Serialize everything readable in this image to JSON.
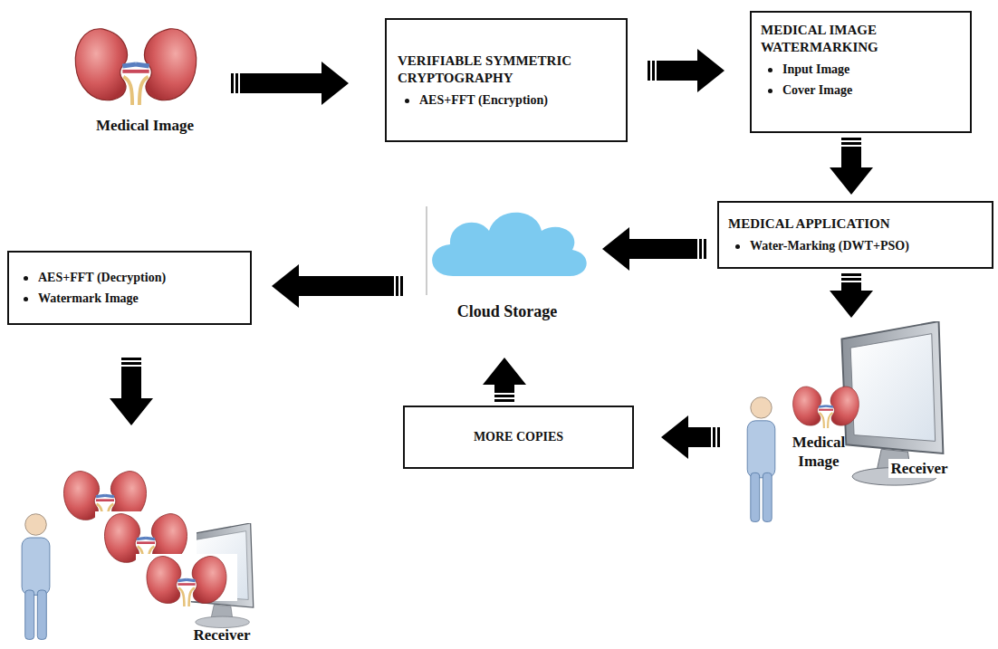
{
  "diagram": {
    "nodes": [
      {
        "text": [
          "Medical Image"
        ]
      },
      {
        "text": [
          "VERIFIABLE SYMMETRIC CRYPTOGRAPHY",
          "AES+FFT (Encryption)"
        ]
      },
      {
        "text": [
          "MEDICAL IMAGE WATERMARKING",
          "Input Image",
          "Cover Image"
        ]
      },
      {
        "text": [
          "MEDICAL APPLICATION",
          "Water-Marking (DWT+PSO)"
        ]
      },
      {
        "text": [
          "Cloud Storage"
        ]
      },
      {
        "text": [
          "AES+FFT (Decryption)",
          "Watermark Image"
        ]
      },
      {
        "text": [
          "Medical Image",
          "Receiver"
        ]
      },
      {
        "text": [
          "MORE COPIES"
        ]
      },
      {
        "text": [
          "Receiver"
        ]
      }
    ],
    "edges": [
      {
        "from": 0,
        "to": 1,
        "arrow": "to"
      },
      {
        "from": 1,
        "to": 2,
        "arrow": "to"
      },
      {
        "from": 2,
        "to": 3,
        "arrow": "to"
      },
      {
        "from": 3,
        "to": 4,
        "arrow": "to"
      },
      {
        "from": 3,
        "to": 6,
        "arrow": "to"
      },
      {
        "from": 6,
        "to": 7,
        "arrow": "to"
      },
      {
        "from": 7,
        "to": 4,
        "arrow": "to"
      },
      {
        "from": 4,
        "to": 5,
        "arrow": "to"
      },
      {
        "from": 5,
        "to": 8,
        "arrow": "to"
      }
    ]
  }
}
